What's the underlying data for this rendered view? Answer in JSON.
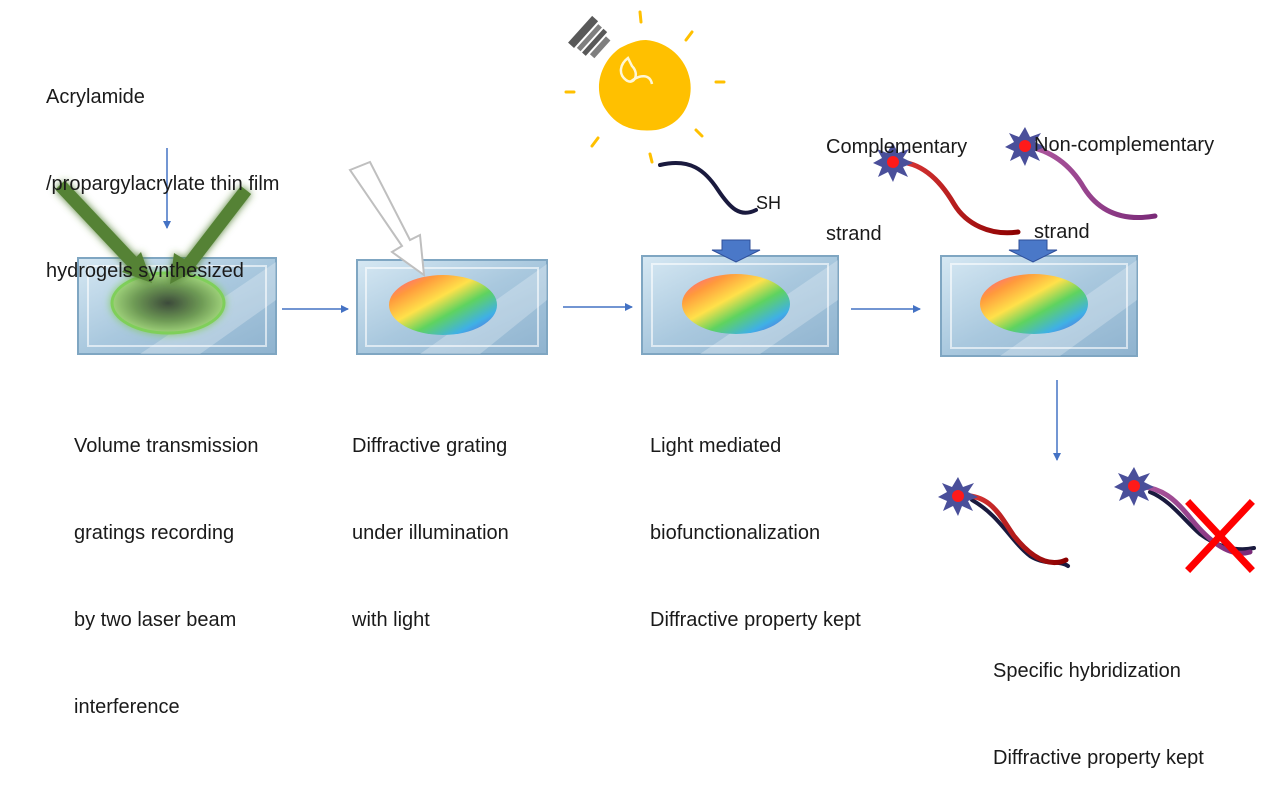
{
  "labels": {
    "hydrogel_note": [
      "Acrylamide",
      "/propargylacrylate thin film",
      "hydrogels synthesized"
    ],
    "step1": [
      "Volume transmission",
      "gratings recording",
      "by two laser beam",
      "interference"
    ],
    "step2": [
      "Diffractive grating",
      "under illumination",
      "with light"
    ],
    "step3": [
      "Light mediated",
      "biofunctionalization",
      "Diffractive property kept"
    ],
    "complementary": [
      "Complementary",
      "strand"
    ],
    "non_complementary": [
      "Non-complementary",
      "strand"
    ],
    "sh": "SH",
    "result": [
      "Specific hybridization",
      "Diffractive property kept"
    ]
  },
  "colors": {
    "arrow": "#4472c4",
    "glass": "#b9d4e6",
    "laser": "#548235",
    "bulb": "#ffc000",
    "complementary_strand": "#c00000",
    "non_complementary_strand": "#9e3a8e",
    "probe_strand": "#1a1a3e",
    "cross": "#ff0000"
  },
  "icons": [
    "lightbulb-icon",
    "laser-beam-icon",
    "white-light-arrow-icon",
    "fluorophore-icon",
    "cross-icon"
  ]
}
